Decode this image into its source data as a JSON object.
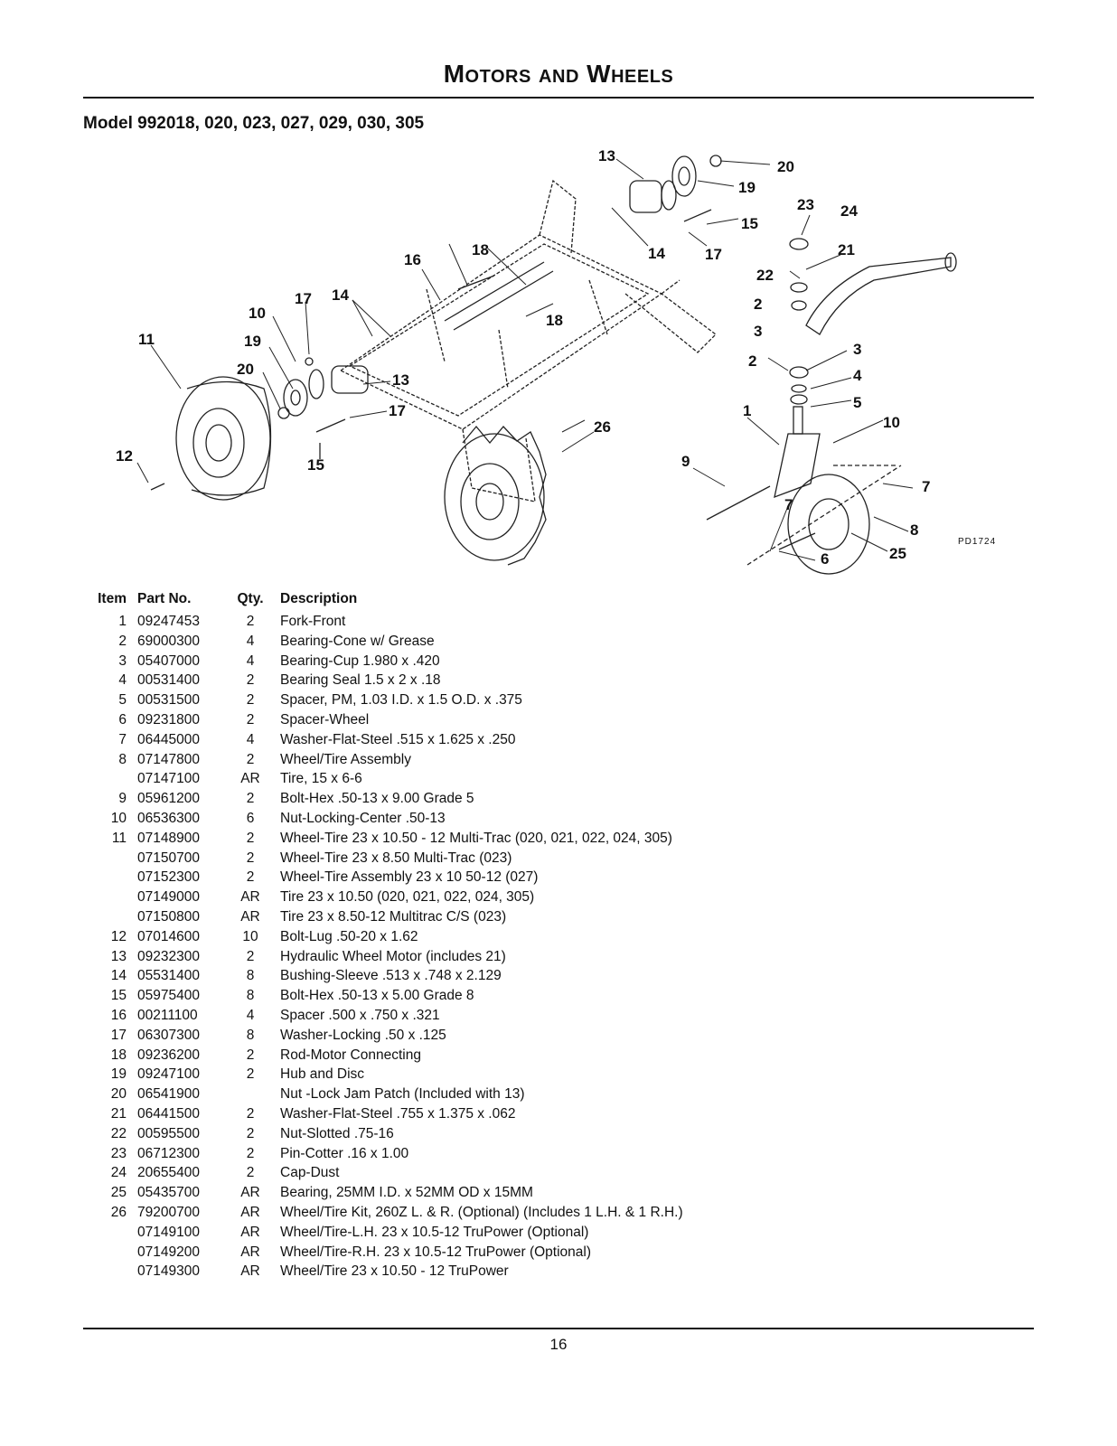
{
  "header": {
    "title": "Motors and Wheels",
    "subtitle": "Model 992018, 020, 023, 027, 029, 030, 305"
  },
  "diagram": {
    "figure_code": "PD1724",
    "callouts": [
      "13",
      "20",
      "19",
      "23",
      "24",
      "15",
      "18",
      "16",
      "14",
      "17",
      "21",
      "22",
      "2",
      "17",
      "14",
      "10",
      "3",
      "18",
      "11",
      "19",
      "2",
      "3",
      "20",
      "13",
      "4",
      "5",
      "17",
      "1",
      "10",
      "26",
      "12",
      "15",
      "9",
      "7",
      "7",
      "8",
      "25",
      "6"
    ]
  },
  "table": {
    "headers": [
      "Item",
      "Part No.",
      "Qty.",
      "Description"
    ],
    "rows": [
      [
        "1",
        "09247453",
        "2",
        "Fork-Front"
      ],
      [
        "2",
        "69000300",
        "4",
        "Bearing-Cone w/ Grease"
      ],
      [
        "3",
        "05407000",
        "4",
        "Bearing-Cup 1.980 x .420"
      ],
      [
        "4",
        "00531400",
        "2",
        "Bearing Seal 1.5 x 2 x .18"
      ],
      [
        "5",
        "00531500",
        "2",
        "Spacer, PM, 1.03 I.D. x 1.5 O.D. x .375"
      ],
      [
        "6",
        "09231800",
        "2",
        "Spacer-Wheel"
      ],
      [
        "7",
        "06445000",
        "4",
        "Washer-Flat-Steel .515 x 1.625 x .250"
      ],
      [
        "8",
        "07147800",
        "2",
        "Wheel/Tire Assembly"
      ],
      [
        "",
        "07147100",
        "AR",
        "Tire, 15 x 6-6"
      ],
      [
        "9",
        "05961200",
        "2",
        "Bolt-Hex .50-13 x 9.00 Grade 5"
      ],
      [
        "10",
        "06536300",
        "6",
        "Nut-Locking-Center .50-13"
      ],
      [
        "11",
        "07148900",
        "2",
        "Wheel-Tire 23 x 10.50 - 12 Multi-Trac (020, 021, 022, 024, 305)"
      ],
      [
        "",
        "07150700",
        "2",
        "Wheel-Tire 23 x 8.50 Multi-Trac (023)"
      ],
      [
        "",
        "07152300",
        "2",
        "Wheel-Tire Assembly 23 x 10 50-12 (027)"
      ],
      [
        "",
        "07149000",
        "AR",
        "Tire 23 x 10.50 (020, 021, 022, 024, 305)"
      ],
      [
        "",
        "07150800",
        "AR",
        "Tire 23 x 8.50-12 Multitrac C/S (023)"
      ],
      [
        "12",
        "07014600",
        "10",
        "Bolt-Lug .50-20 x 1.62"
      ],
      [
        "13",
        "09232300",
        "2",
        "Hydraulic Wheel Motor (includes 21)"
      ],
      [
        "14",
        "05531400",
        "8",
        "Bushing-Sleeve .513 x .748 x 2.129"
      ],
      [
        "15",
        "05975400",
        "8",
        "Bolt-Hex .50-13 x 5.00 Grade 8"
      ],
      [
        "16",
        "00211100",
        "4",
        "Spacer .500 x .750 x .321"
      ],
      [
        "17",
        "06307300",
        "8",
        "Washer-Locking .50 x .125"
      ],
      [
        "18",
        "09236200",
        "2",
        "Rod-Motor Connecting"
      ],
      [
        "19",
        "09247100",
        "2",
        "Hub and Disc"
      ],
      [
        "20",
        "06541900",
        "",
        "Nut -Lock Jam Patch (Included with 13)"
      ],
      [
        "21",
        "06441500",
        "2",
        "Washer-Flat-Steel .755 x 1.375 x .062"
      ],
      [
        "22",
        "00595500",
        "2",
        "Nut-Slotted .75-16"
      ],
      [
        "23",
        "06712300",
        "2",
        "Pin-Cotter .16 x 1.00"
      ],
      [
        "24",
        "20655400",
        "2",
        "Cap-Dust"
      ],
      [
        "25",
        "05435700",
        "AR",
        "Bearing, 25MM I.D. x 52MM OD x 15MM"
      ],
      [
        "26",
        "79200700",
        "AR",
        "Wheel/Tire Kit, 260Z L. & R. (Optional) (Includes 1 L.H. & 1 R.H.)"
      ],
      [
        "",
        "07149100",
        "AR",
        "Wheel/Tire-L.H. 23 x 10.5-12 TruPower (Optional)"
      ],
      [
        "",
        "07149200",
        "AR",
        "Wheel/Tire-R.H. 23 x 10.5-12 TruPower (Optional)"
      ],
      [
        "",
        "07149300",
        "AR",
        "Wheel/Tire 23 x 10.50 - 12 TruPower"
      ]
    ]
  },
  "footer": {
    "page_number": "16"
  }
}
